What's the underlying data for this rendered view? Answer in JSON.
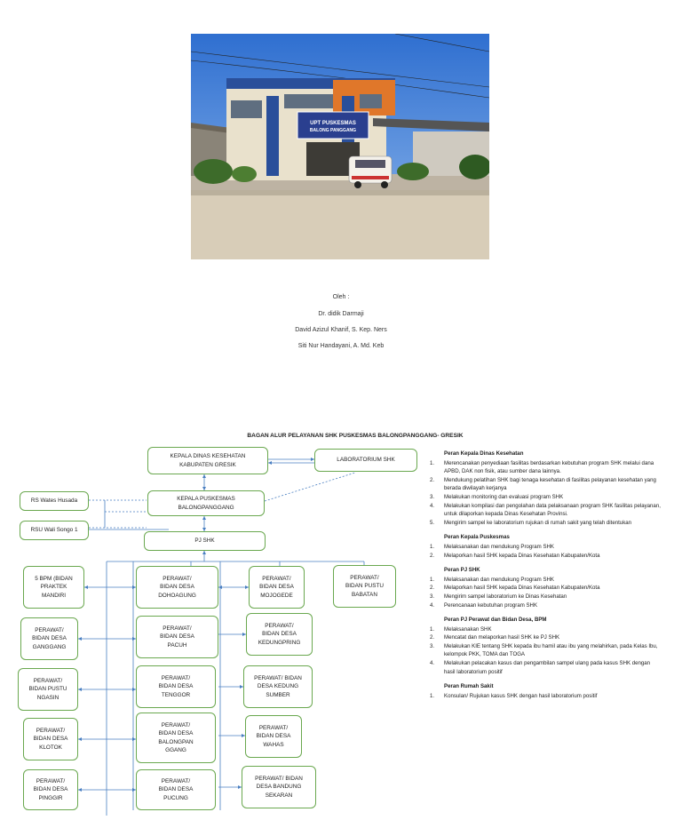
{
  "cover": {
    "photo_sign_title": "UPT PUSKESMAS",
    "photo_sign_subtitle": "BALONG PANGGANG"
  },
  "credits": {
    "by": "Oleh :",
    "author1": "Dr. didik Darmaji",
    "author2": "David Azizul Khanif, S. Kep. Ners",
    "author3": "Siti Nur Handayani, A. Md. Keb"
  },
  "chart": {
    "title": "BAGAN ALUR PELAYANAN SHK PUSKESMAS BALONGPANGGANG- GRESIK",
    "boxes": {
      "kadinkes": "KEPALA DINAS KESEHATAN\nKABUPATEN GRESIK",
      "lab": "LABORATORIUM SHK",
      "kapus": "KEPALA PUSKESMAS\nBALONGPANGGANG",
      "rs_wates": "RS Wates Husada",
      "rsu_wali": "RSU Wali Songo 1",
      "pj_shk": "PJ SHK",
      "bpm": "5 BPM (BIDAN\nPRAKTEK\nMANDIRI",
      "dohoagung": "PERAWAT/\nBIDAN DESA\nDOHOAGUNG",
      "mojogede": "PERAWAT/\nBIDAN DESA\nMOJOGEDE",
      "babatan": "PERAWAT/\nBIDAN PUSTU\nBABATAN",
      "ganggang": "PERAWAT/\nBIDAN DESA\nGANGGANG",
      "pacuh": "PERAWAT/\nBIDAN DESA\nPACUH",
      "kedungpring": "PERAWAT/\nBIDAN DESA\nKEDUNGPRING",
      "ngasin": "PERAWAT/\nBIDAN PUSTU\nNGASIN",
      "tenggor": "PERAWAT/\nBIDAN DESA\nTENGGOR",
      "kedungsumber": "PERAWAT/ BIDAN\nDESA KEDUNG\nSUMBER",
      "klotok": "PERAWAT/\nBIDAN DESA\nKLOTOK",
      "balongpanggang": "PERAWAT/\nBIDAN DESA\nBALONGPAN\nGGANG",
      "wahas": "PERAWAT/\nBIDAN DESA\nWAHAS",
      "pinggir": "PERAWAT/\nBIDAN DESA\nPINGGIR",
      "pucung": "PERAWAT/\nBIDAN DESA\nPUCUNG",
      "bandungsekaran": "PERAWAT/ BIDAN\nDESA BANDUNG\nSEKARAN"
    }
  },
  "roles": [
    {
      "heading": "Peran Kepala Dinas Kesehatan",
      "items": [
        "Merencanakan penyediaan fasilitas berdasarkan kebutuhan program SHK melalui dana APBD, DAK non fisik, atau sumber dana lainnya.",
        "Mendukung pelatihan SHK bagi tenaga kesehatan di fasilitas pelayanan kesehatan yang berada diwilayah kerjanya",
        "Melakukan monitoring dan evaluasi program SHK",
        "Melakukan kompilasi dan pengolahan data pelaksanaan program SHK fasilitas pelayanan, untuk dilaporkan kepada Dinas Kesehatan Provinsi.",
        "Mengirim sampel ke laboratorium rujukan di rumah sakit yang telah ditentukan"
      ]
    },
    {
      "heading": "Peran Kepala Puskesmas",
      "items": [
        "Melaksanakan dan mendukung Program SHK",
        "Melaporkan hasil SHK kepada Dinas Kesehatan Kabupaten/Kota"
      ]
    },
    {
      "heading": "Peran PJ SHK",
      "items": [
        "Melaksanakan dan mendukung Program SHK",
        "Melaporkan hasil SHK kepada Dinas Kesehatan Kabupaten/Kota",
        "Mengirim sampel laboratorium ke Dinas Kesehatan",
        "Perencanaan kebutuhan program SHK"
      ]
    },
    {
      "heading": "Peran PJ Perawat dan Bidan Desa, BPM",
      "items": [
        "Melaksanakan SHK",
        "Mencatat dan melaporkan hasil SHK ke PJ SHK",
        "Melakukan KIE tentang SHK kepada ibu hamil atau ibu yang melahirkan, pada Kelas Ibu, kelompok PKK, TOMA dan TOGA",
        "Melakukan pelacakan kasus dan pengambilan sampel ulang pada kasus SHK dengan hasil laboratorium positif"
      ]
    },
    {
      "heading": "Peran Rumah Sakit",
      "items": [
        "Konsulan/ Rujukan kasus SHK dengan  hasil laboratorium positif"
      ]
    }
  ],
  "colors": {
    "box_border": "#6aa84f",
    "connector": "#4a7fc1"
  }
}
